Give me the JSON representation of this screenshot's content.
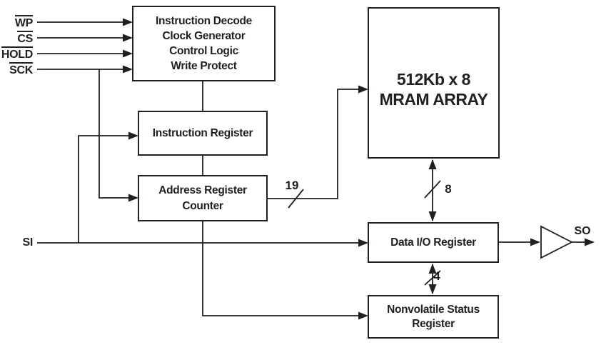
{
  "diagram_title": "512Kb x 8 serial MRAM block diagram",
  "signals": {
    "inputs": [
      {
        "label": "WP",
        "active_low": true
      },
      {
        "label": "CS",
        "active_low": true
      },
      {
        "label": "HOLD",
        "active_low": true
      },
      {
        "label": "SCK",
        "active_low": true
      }
    ],
    "serial_in": "SI",
    "serial_out": "SO"
  },
  "blocks": {
    "control": {
      "line1": "Instruction Decode",
      "line2": "Clock Generator",
      "line3": "Control Logic",
      "line4": "Write Protect"
    },
    "instruction_register": "Instruction Register",
    "address_register": {
      "line1": "Address Register",
      "line2": "Counter"
    },
    "mram_array": {
      "line1": "512Kb x 8",
      "line2": "MRAM ARRAY"
    },
    "data_io_register": "Data I/O Register",
    "status_register": {
      "line1": "Nonvolatile Status",
      "line2": "Register"
    }
  },
  "bus_widths": {
    "address": "19",
    "data": "8",
    "status": "4"
  },
  "colors": {
    "ink": "#231f20",
    "background": "#ffffff"
  }
}
